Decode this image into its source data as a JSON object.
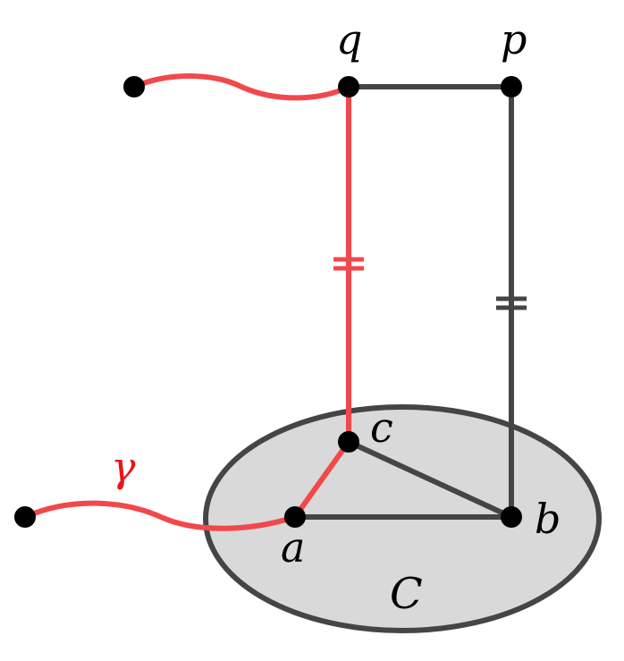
{
  "labels": {
    "q": "q",
    "p": "p",
    "c": "c",
    "a": "a",
    "b": "b",
    "region": "C",
    "gamma": "γ"
  },
  "colors": {
    "red": "#f2484b",
    "dark": "#454545",
    "region_fill": "#d9d9d9",
    "gamma_label": "#e8141c",
    "node": "#000000"
  }
}
